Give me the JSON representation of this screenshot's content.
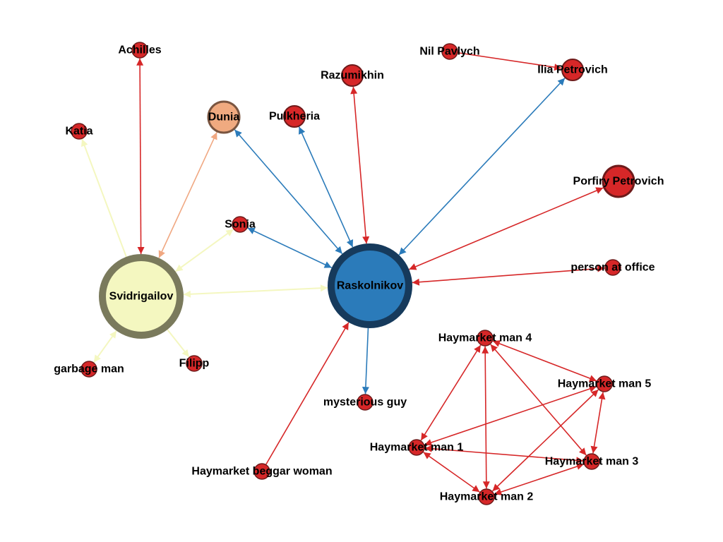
{
  "graph": {
    "title": "Crime and Punishment character network",
    "colors": {
      "edge_red": "#d62728",
      "edge_blue": "#2b7bba",
      "edge_yellow": "#f4f7c0",
      "edge_orange": "#f0a882",
      "node_red": "#d62728",
      "node_red_stroke": "#6e1a1a",
      "node_blue": "#2b7bba",
      "node_blue_stroke": "#163a5c",
      "node_yellow": "#f4f7c0",
      "node_yellow_stroke": "#7a7a5c",
      "node_orange": "#f0aa80",
      "node_orange_stroke": "#7a5540"
    },
    "nodes": [
      {
        "id": "raskolnikov",
        "label": "Raskolnikov",
        "kind": "blue",
        "size": "xl"
      },
      {
        "id": "svidrigailov",
        "label": "Svidrigailov",
        "kind": "yellow",
        "size": "xl"
      },
      {
        "id": "dunia",
        "label": "Dunia",
        "kind": "orange",
        "size": "m"
      },
      {
        "id": "pulkheria",
        "label": "Pulkheria",
        "kind": "red",
        "size": "s"
      },
      {
        "id": "razumikhin",
        "label": "Razumikhin",
        "kind": "red",
        "size": "s"
      },
      {
        "id": "nil-pavlych",
        "label": "Nil Pavlych",
        "kind": "red",
        "size": "xs"
      },
      {
        "id": "ilia-petrovich",
        "label": "Ilia Petrovich",
        "kind": "red",
        "size": "s"
      },
      {
        "id": "porfiry-petrovich",
        "label": "Porfiry Petrovich",
        "kind": "red",
        "size": "m"
      },
      {
        "id": "person-at-office",
        "label": "person at office",
        "kind": "red",
        "size": "xs"
      },
      {
        "id": "achilles",
        "label": "Achilles",
        "kind": "red",
        "size": "xs"
      },
      {
        "id": "katia",
        "label": "Katia",
        "kind": "red",
        "size": "xs"
      },
      {
        "id": "sonia",
        "label": "Sonia",
        "kind": "red",
        "size": "xs"
      },
      {
        "id": "garbage-man",
        "label": "garbage man",
        "kind": "red",
        "size": "xs"
      },
      {
        "id": "filipp",
        "label": "Filipp",
        "kind": "red",
        "size": "xs"
      },
      {
        "id": "mysterious-guy",
        "label": "mysterious guy",
        "kind": "red",
        "size": "xs"
      },
      {
        "id": "haymarket-beggar-woman",
        "label": "Haymarket beggar woman",
        "kind": "red",
        "size": "xs"
      },
      {
        "id": "haymarket-man-1",
        "label": "Haymarket man 1",
        "kind": "red",
        "size": "xs"
      },
      {
        "id": "haymarket-man-2",
        "label": "Haymarket man 2",
        "kind": "red",
        "size": "xs"
      },
      {
        "id": "haymarket-man-3",
        "label": "Haymarket man 3",
        "kind": "red",
        "size": "xs"
      },
      {
        "id": "haymarket-man-4",
        "label": "Haymarket man 4",
        "kind": "red",
        "size": "xs"
      },
      {
        "id": "haymarket-man-5",
        "label": "Haymarket man 5",
        "kind": "red",
        "size": "xs"
      }
    ],
    "edges": [
      {
        "source": "raskolnikov",
        "target": "dunia",
        "color": "blue",
        "bidirectional": true
      },
      {
        "source": "raskolnikov",
        "target": "pulkheria",
        "color": "blue",
        "bidirectional": true
      },
      {
        "source": "razumikhin",
        "target": "raskolnikov",
        "color": "red",
        "bidirectional": true
      },
      {
        "source": "raskolnikov",
        "target": "ilia-petrovich",
        "color": "blue",
        "bidirectional": true
      },
      {
        "source": "porfiry-petrovich",
        "target": "raskolnikov",
        "color": "red",
        "bidirectional": true
      },
      {
        "source": "person-at-office",
        "target": "raskolnikov",
        "color": "red",
        "bidirectional": true
      },
      {
        "source": "raskolnikov",
        "target": "sonia",
        "color": "blue",
        "bidirectional": true
      },
      {
        "source": "svidrigailov",
        "target": "raskolnikov",
        "color": "yellow",
        "bidirectional": true
      },
      {
        "source": "raskolnikov",
        "target": "mysterious-guy",
        "color": "blue",
        "bidirectional": false
      },
      {
        "source": "haymarket-beggar-woman",
        "target": "raskolnikov",
        "color": "red",
        "bidirectional": false
      },
      {
        "source": "nil-pavlych",
        "target": "ilia-petrovich",
        "color": "red",
        "bidirectional": false
      },
      {
        "source": "achilles",
        "target": "svidrigailov",
        "color": "red",
        "bidirectional": true
      },
      {
        "source": "svidrigailov",
        "target": "katia",
        "color": "yellow",
        "bidirectional": false
      },
      {
        "source": "dunia",
        "target": "svidrigailov",
        "color": "orange",
        "bidirectional": true
      },
      {
        "source": "sonia",
        "target": "svidrigailov",
        "color": "yellow",
        "bidirectional": true
      },
      {
        "source": "svidrigailov",
        "target": "garbage-man",
        "color": "yellow",
        "bidirectional": true
      },
      {
        "source": "svidrigailov",
        "target": "filipp",
        "color": "yellow",
        "bidirectional": false
      },
      {
        "source": "haymarket-man-1",
        "target": "haymarket-man-2",
        "color": "red",
        "bidirectional": true
      },
      {
        "source": "haymarket-man-1",
        "target": "haymarket-man-3",
        "color": "red",
        "bidirectional": true
      },
      {
        "source": "haymarket-man-1",
        "target": "haymarket-man-4",
        "color": "red",
        "bidirectional": true
      },
      {
        "source": "haymarket-man-1",
        "target": "haymarket-man-5",
        "color": "red",
        "bidirectional": true
      },
      {
        "source": "haymarket-man-2",
        "target": "haymarket-man-3",
        "color": "red",
        "bidirectional": true
      },
      {
        "source": "haymarket-man-2",
        "target": "haymarket-man-4",
        "color": "red",
        "bidirectional": true
      },
      {
        "source": "haymarket-man-2",
        "target": "haymarket-man-5",
        "color": "red",
        "bidirectional": true
      },
      {
        "source": "haymarket-man-3",
        "target": "haymarket-man-4",
        "color": "red",
        "bidirectional": true
      },
      {
        "source": "haymarket-man-3",
        "target": "haymarket-man-5",
        "color": "red",
        "bidirectional": true
      },
      {
        "source": "haymarket-man-4",
        "target": "haymarket-man-5",
        "color": "red",
        "bidirectional": true
      }
    ]
  }
}
